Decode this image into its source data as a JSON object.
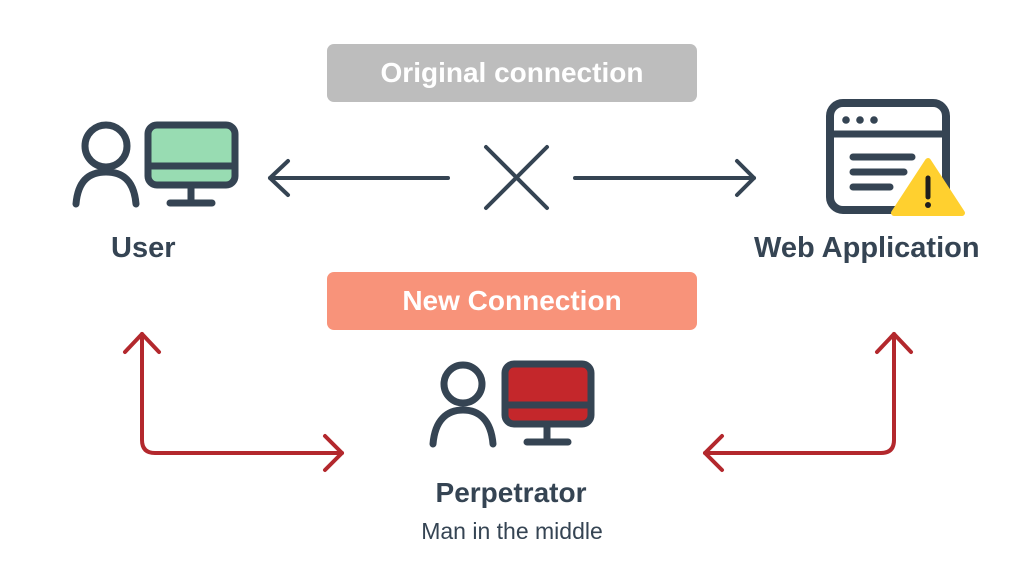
{
  "labels": {
    "original_connection": "Original connection",
    "new_connection": "New Connection",
    "user": "User",
    "web_application": "Web Application",
    "perpetrator": "Perpetrator",
    "perpetrator_subtitle": "Man in the middle"
  },
  "colors": {
    "dark": "#354453",
    "user_screen": "#98dcb2",
    "perpetrator_screen": "#c4272b",
    "original_pill": "#bdbdbd",
    "new_pill": "#f8937a",
    "attack_arrow": "#b3282d",
    "warning": "#ffd02f"
  },
  "icons": {
    "user": [
      "person-icon",
      "monitor-icon"
    ],
    "web_application": [
      "browser-window-icon",
      "warning-icon"
    ],
    "perpetrator": [
      "person-icon",
      "monitor-icon"
    ],
    "broken_link": "x-mark-icon"
  }
}
